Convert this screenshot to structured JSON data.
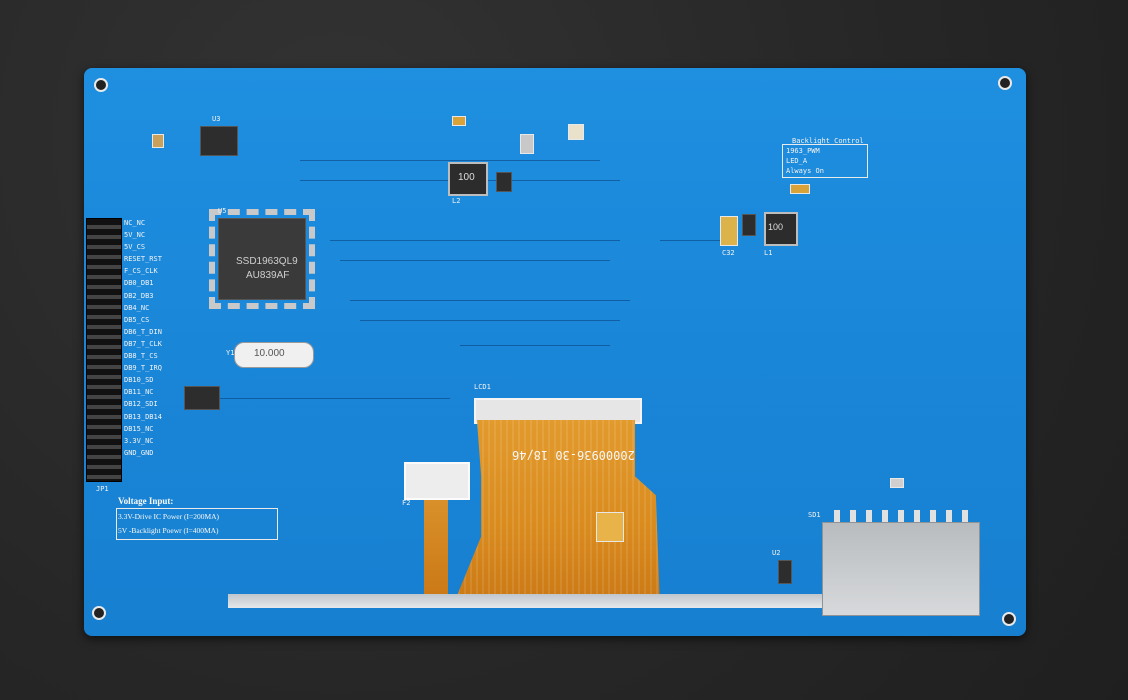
{
  "scene": {
    "background_color": "#2b2b2b",
    "board_color": "#1a86d8"
  },
  "chip": {
    "line1": "SSD1963QL9",
    "line2": "AU839AF"
  },
  "crystal_label": "10.000",
  "lcd_label": "LCD1",
  "flex_cable_text": "20000936-30  18/46",
  "inductor_labels": [
    "100",
    "100"
  ],
  "backlight_control": {
    "title": "Backlight Control",
    "options": [
      "1963_PWM",
      "LED_A",
      "Always On"
    ]
  },
  "voltage_input": {
    "title": "Voltage Input:",
    "lines": [
      "3.3V-Drive IC Power (I=200MA)",
      "5V -Backlight Poewr (I=400MA)"
    ]
  },
  "header_pin_labels": [
    "NC_NC",
    "5V_NC",
    "5V_CS",
    "RESET_RST",
    "F_CS_CLK",
    "DB0_DB1",
    "DB2_DB3",
    "DB4_NC",
    "DB5_CS",
    "DB6_T_DIN",
    "DB7_T_CLK",
    "DB8_T_CS",
    "DB9_T_IRQ",
    "DB10_SD",
    "DB11_NC",
    "DB12_SDI",
    "DB13_DB14",
    "DB15_NC",
    "3.3V_NC",
    "GND_GND"
  ],
  "component_labels": {
    "u3": "U3",
    "u5": "U5",
    "u2": "U2",
    "y1": "Y1",
    "f2": "F2",
    "sd1": "SD1",
    "l1": "L1",
    "l2": "L2",
    "c32": "C32",
    "jp1": "JP1"
  }
}
